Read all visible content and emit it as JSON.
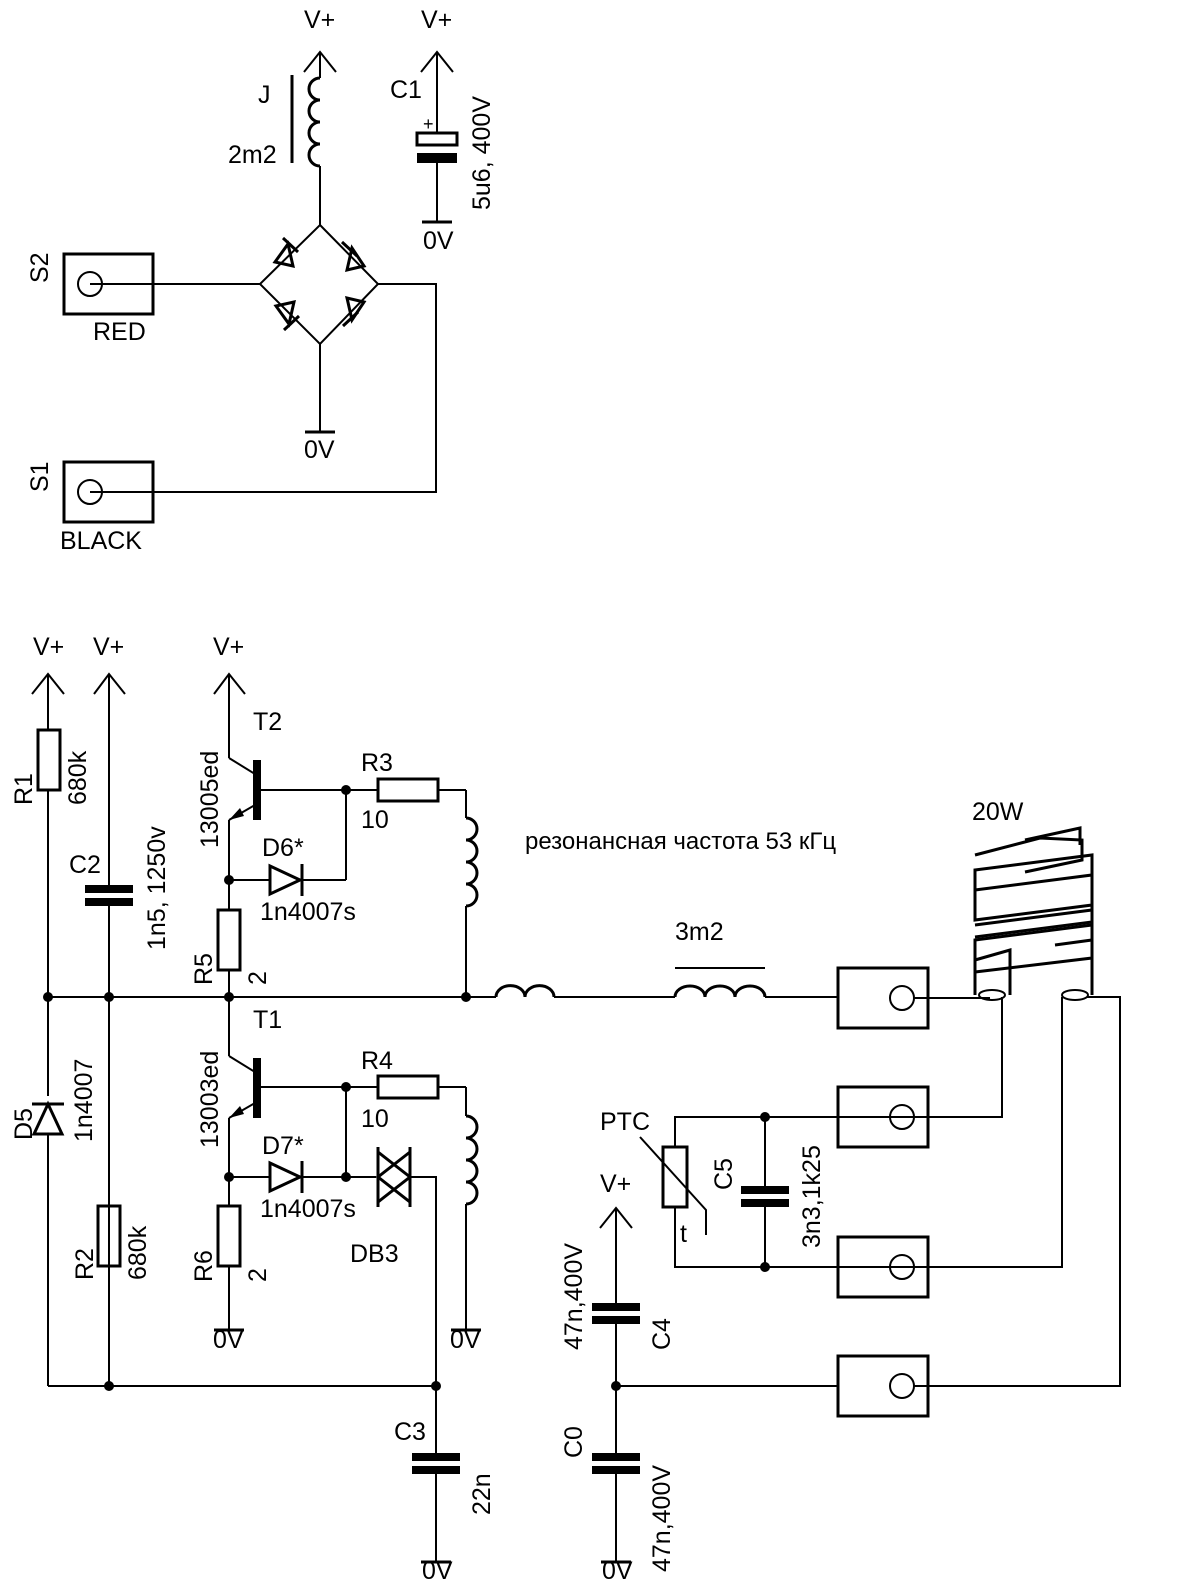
{
  "labels": {
    "vplus": "V+",
    "zero": "0V",
    "j_ref": "J",
    "j_val": "2m2",
    "c1_ref": "C1",
    "c1_val": "5u6, 400V",
    "s2_ref": "S2",
    "s2_name": "RED",
    "s1_ref": "S1",
    "s1_name": "BLACK",
    "r1_ref": "R1",
    "r1_val": "680k",
    "c2_ref": "C2",
    "c2_val": "1n5, 1250v",
    "t2_ref": "T2",
    "t2_val": "13005ed",
    "r3_ref": "R3",
    "r3_val": "10",
    "d6_ref": "D6*",
    "d6_val": "1n4007s",
    "r5_ref": "R5",
    "r5_val": "2",
    "t1_ref": "T1",
    "t1_val": "13003ed",
    "r4_ref": "R4",
    "r4_val": "10",
    "d7_ref": "D7*",
    "d7_val": "1n4007s",
    "db3": "DB3",
    "r6_ref": "R6",
    "r6_val": "2",
    "d5_ref": "D5",
    "d5_val": "1n4007",
    "r2_ref": "R2",
    "r2_val": "680k",
    "c3_ref": "C3",
    "c3_val": "22n",
    "l_val": "3m2",
    "resonance": "резонансная частота 53 кГц",
    "lamp": "20W",
    "ptc_ref": "PTC",
    "ptc_t": "t",
    "c5_ref": "C5",
    "c5_val": "3n3,1k25",
    "c4_ref": "C4",
    "c4_val": "47n,400V",
    "c0_ref": "C0",
    "c0_val": "47n,400V",
    "plus": "+"
  }
}
